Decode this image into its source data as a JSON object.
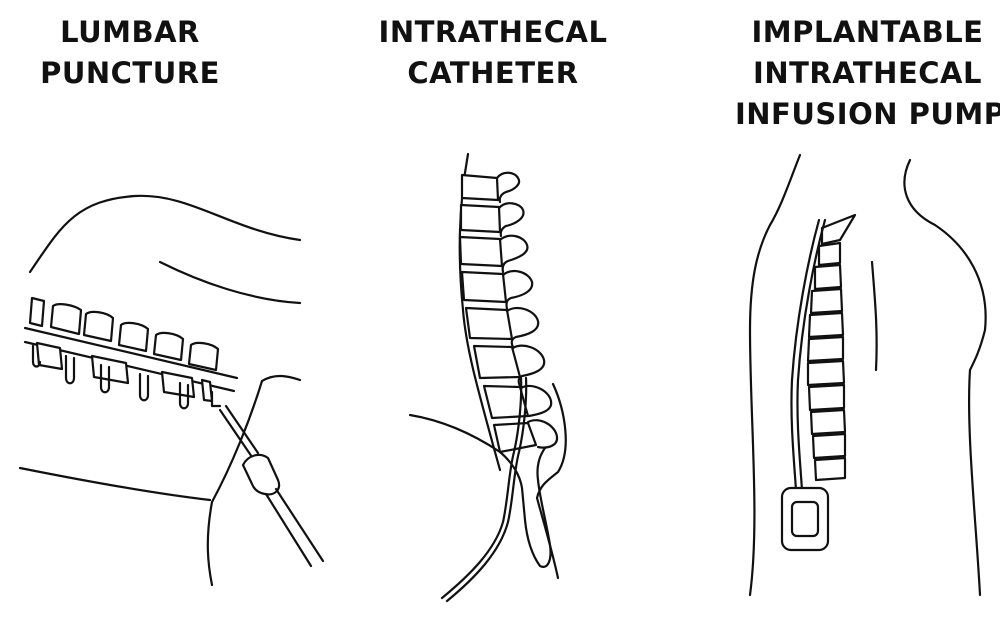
{
  "panels": [
    {
      "title_lines": [
        "LUMBAR",
        "PUNCTURE"
      ]
    },
    {
      "title_lines": [
        "INTRATHECAL",
        "CATHETER"
      ]
    },
    {
      "title_lines": [
        "IMPLANTABLE",
        "INTRATHECAL",
        "INFUSION PUMP"
      ]
    }
  ],
  "colors": {
    "line": "#111111",
    "background": "#ffffff"
  }
}
